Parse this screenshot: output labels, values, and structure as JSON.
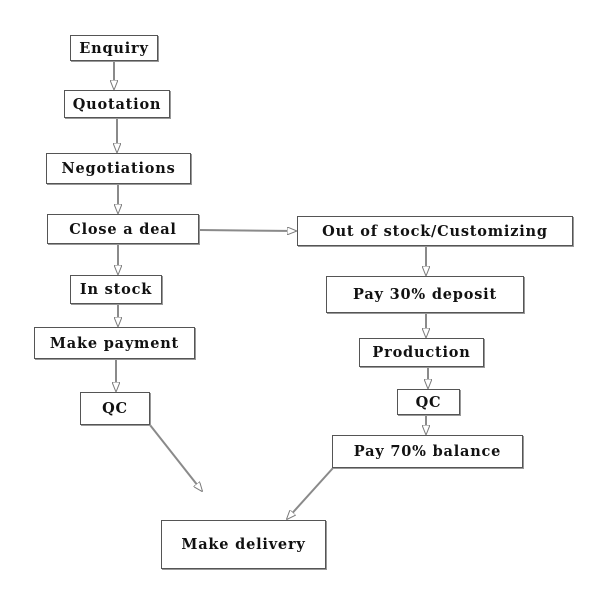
{
  "diagram": {
    "type": "flowchart",
    "nodes": {
      "enquiry": "Enquiry",
      "quotation": "Quotation",
      "negotiations": "Negotiations",
      "close_deal": "Close a deal",
      "in_stock": "In stock",
      "make_payment": "Make payment",
      "qc_left": "QC",
      "out_of_stock": "Out of stock/Customizing",
      "pay_deposit": "Pay 30% deposit",
      "production": "Production",
      "qc_right": "QC",
      "pay_balance": "Pay 70% balance",
      "make_delivery": "Make delivery"
    },
    "edges": [
      {
        "from": "enquiry",
        "to": "quotation"
      },
      {
        "from": "quotation",
        "to": "negotiations"
      },
      {
        "from": "negotiations",
        "to": "close_deal"
      },
      {
        "from": "close_deal",
        "to": "in_stock"
      },
      {
        "from": "close_deal",
        "to": "out_of_stock"
      },
      {
        "from": "in_stock",
        "to": "make_payment"
      },
      {
        "from": "make_payment",
        "to": "qc_left"
      },
      {
        "from": "qc_left",
        "to": "make_delivery"
      },
      {
        "from": "out_of_stock",
        "to": "pay_deposit"
      },
      {
        "from": "pay_deposit",
        "to": "production"
      },
      {
        "from": "production",
        "to": "qc_right"
      },
      {
        "from": "qc_right",
        "to": "pay_balance"
      },
      {
        "from": "pay_balance",
        "to": "make_delivery"
      }
    ],
    "colors": {
      "box_border": "#555555",
      "arrow": "#8a8a8a",
      "text": "#111111"
    }
  }
}
